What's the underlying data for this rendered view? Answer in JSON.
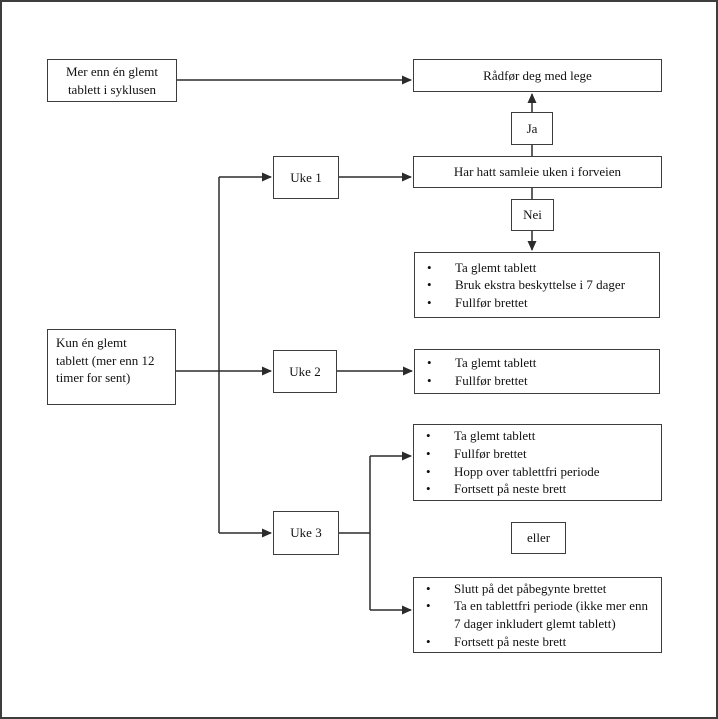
{
  "diagram": {
    "title_hint": "Flowchart for glemt tablett",
    "top_branch": {
      "condition": "Mer enn én glemt\ntablett i syklusen",
      "consult": "Rådfør deg med lege"
    },
    "decision": {
      "question": "Har hatt samleie uken i forveien",
      "yes": "Ja",
      "no": "Nei"
    },
    "left_branch": {
      "condition": "Kun én glemt\ntablett (mer enn 12\ntimer for sent)"
    },
    "weeks": {
      "week1": "Uke 1",
      "week2": "Uke 2",
      "week3": "Uke 3"
    },
    "actions": {
      "week1": [
        "Ta glemt tablett",
        "Bruk ekstra beskyttelse i 7 dager",
        "Fullfør brettet"
      ],
      "week2": [
        "Ta glemt tablett",
        "Fullfør brettet"
      ],
      "week3_option1": [
        "Ta glemt tablett",
        "Fullfør brettet",
        "Hopp over tablettfri periode",
        "Fortsett på neste brett"
      ],
      "or_label": "eller",
      "week3_option2": [
        "Slutt på det påbegynte brettet",
        "Ta en tablettfri periode (ikke mer enn 7 dager inkludert glemt tablett)",
        "Fortsett på neste brett"
      ]
    }
  },
  "glyphs": {
    "bullet": "•"
  },
  "colors": {
    "background": "#ffffff",
    "border": "#3d3d3d",
    "line": "#2b2b2b",
    "text": "#111111"
  }
}
